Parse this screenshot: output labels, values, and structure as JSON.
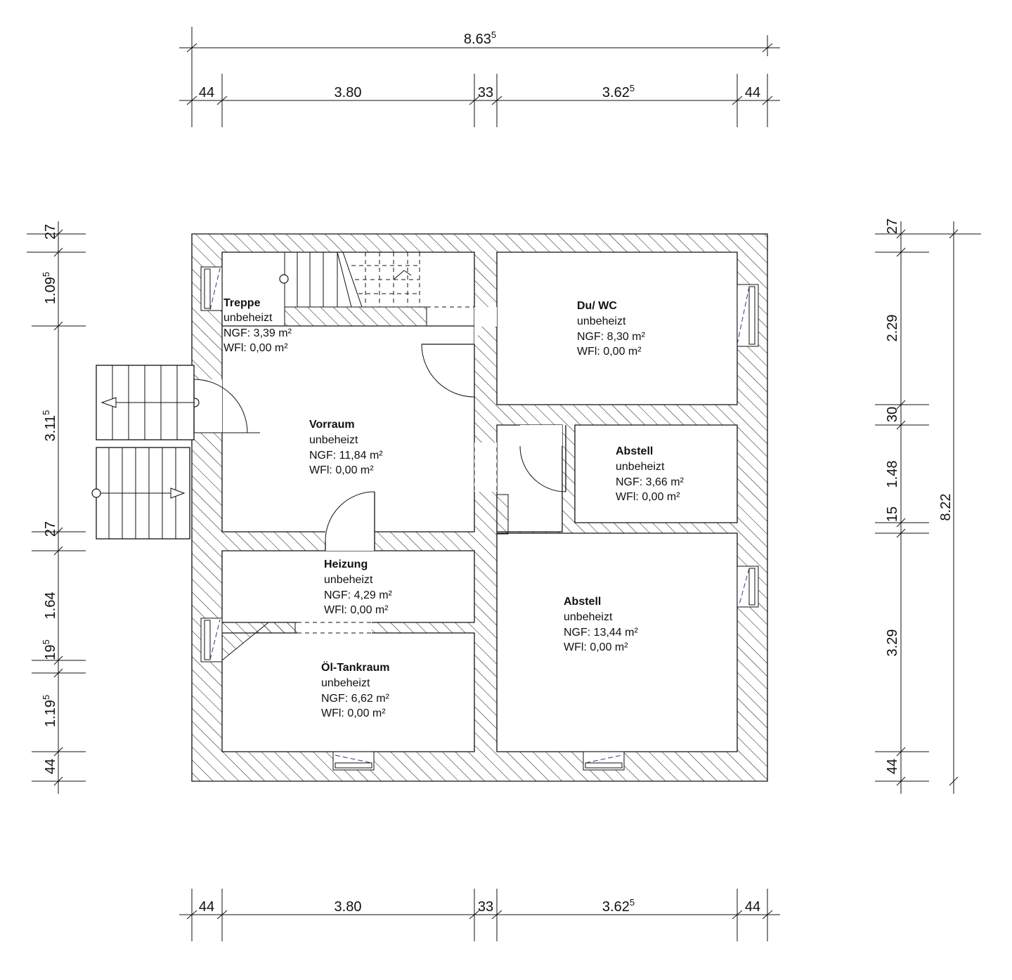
{
  "dimensions": {
    "top_total": {
      "main": "8.63",
      "sup": "5"
    },
    "top_segments": [
      {
        "main": "44",
        "sup": ""
      },
      {
        "main": "3.80",
        "sup": ""
      },
      {
        "main": "33",
        "sup": ""
      },
      {
        "main": "3.62",
        "sup": "5"
      },
      {
        "main": "44",
        "sup": ""
      }
    ],
    "bottom_segments": [
      {
        "main": "44",
        "sup": ""
      },
      {
        "main": "3.80",
        "sup": ""
      },
      {
        "main": "33",
        "sup": ""
      },
      {
        "main": "3.62",
        "sup": "5"
      },
      {
        "main": "44",
        "sup": ""
      }
    ],
    "left_segments": [
      {
        "main": "27",
        "sup": ""
      },
      {
        "main": "1.09",
        "sup": "5"
      },
      {
        "main": "3.11",
        "sup": "5"
      },
      {
        "main": "27",
        "sup": ""
      },
      {
        "main": "1.64",
        "sup": ""
      },
      {
        "main": "19",
        "sup": "5"
      },
      {
        "main": "1.19",
        "sup": "5"
      },
      {
        "main": "44",
        "sup": ""
      }
    ],
    "right_segments": [
      {
        "main": "27",
        "sup": ""
      },
      {
        "main": "2.29",
        "sup": ""
      },
      {
        "main": "30",
        "sup": ""
      },
      {
        "main": "1.48",
        "sup": ""
      },
      {
        "main": "15",
        "sup": ""
      },
      {
        "main": "3.29",
        "sup": ""
      },
      {
        "main": "44",
        "sup": ""
      }
    ],
    "right_total": {
      "main": "8.22",
      "sup": ""
    }
  },
  "rooms": [
    {
      "id": "treppe",
      "name": "Treppe",
      "status": "unbeheizt",
      "ngf": "NGF: 3,39 m²",
      "wfl": "WFl:  0,00 m²"
    },
    {
      "id": "du-wc",
      "name": "Du/ WC",
      "status": "unbeheizt",
      "ngf": "NGF: 8,30 m²",
      "wfl": "WFl:  0,00 m²"
    },
    {
      "id": "vorraum",
      "name": "Vorraum",
      "status": "unbeheizt",
      "ngf": "NGF: 11,84 m²",
      "wfl": "WFl:  0,00 m²"
    },
    {
      "id": "abstell-small",
      "name": "Abstell",
      "status": "unbeheizt",
      "ngf": "NGF: 3,66 m²",
      "wfl": "WFl:  0,00 m²"
    },
    {
      "id": "heizung",
      "name": "Heizung",
      "status": "unbeheizt",
      "ngf": "NGF: 4,29 m²",
      "wfl": "WFl:  0,00 m²"
    },
    {
      "id": "abstell-large",
      "name": "Abstell",
      "status": "unbeheizt",
      "ngf": "NGF: 13,44 m²",
      "wfl": "WFl:  0,00 m²"
    },
    {
      "id": "oel-tankraum",
      "name": "Öl-Tankraum",
      "status": "unbeheizt",
      "ngf": "NGF: 6,62 m²",
      "wfl": "WFl:  0,00 m²"
    }
  ],
  "colors": {
    "line": "#111111",
    "window_sash": "#33338a",
    "background": "#ffffff"
  }
}
